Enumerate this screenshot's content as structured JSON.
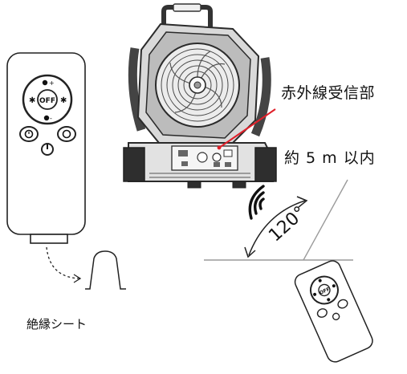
{
  "labels": {
    "ir_receiver": "赤外線受信部",
    "range": "約 5 m 以内",
    "angle": "120°",
    "insulation_sheet": "絶縁シート"
  },
  "remote": {
    "off_button": "OFF"
  },
  "colors": {
    "line": "#222222",
    "accent_pointer": "#e0202a",
    "guide_line": "#9a9a9a",
    "body_fill": "#ffffff",
    "device_dark": "#3a3a3a",
    "device_mid": "#8c8c8c",
    "device_light": "#d4d4d4"
  },
  "icons": {
    "signal": "wifi-signal-icon",
    "fan": "fan-icon",
    "timer": "timer-icon",
    "power": "power-icon",
    "mode": "mode-icon"
  }
}
